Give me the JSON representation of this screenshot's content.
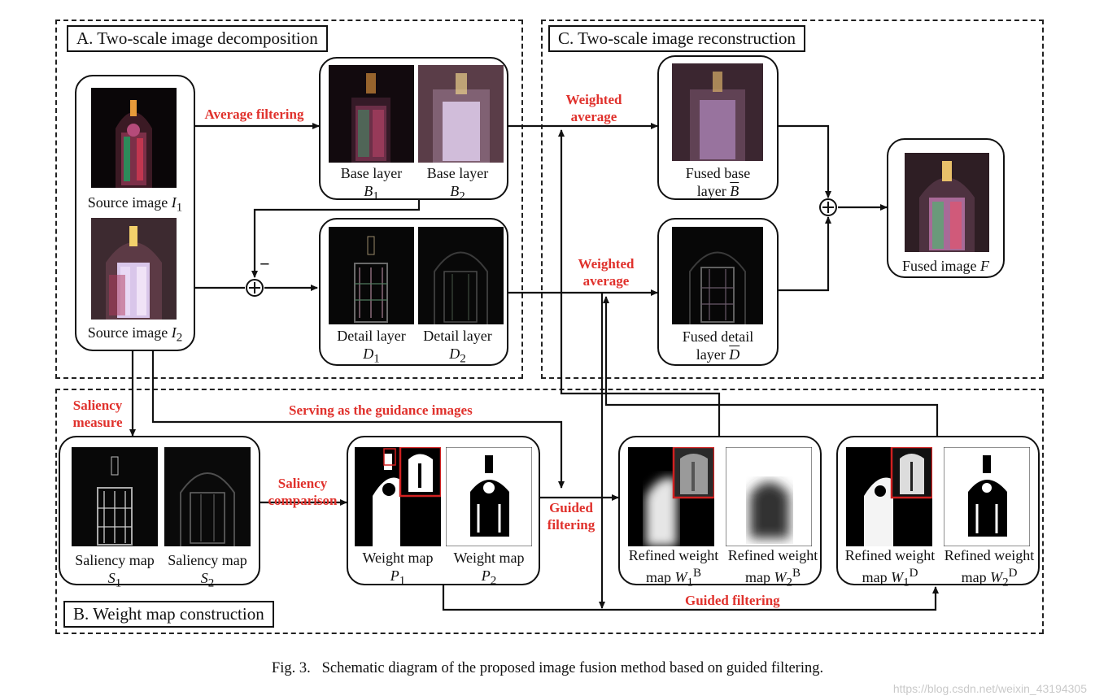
{
  "sections": {
    "a": "A. Two-scale image decomposition",
    "b": "B. Weight map construction",
    "c": "C. Two-scale image reconstruction"
  },
  "labels": {
    "average_filtering": "Average filtering",
    "weighted_average_top": "Weighted average",
    "weighted_average_bottom": "Weighted average",
    "saliency_measure": "Saliency measure",
    "serving_guidance": "Serving as the guidance images",
    "saliency_comparison": "Saliency comparison",
    "guided_filtering_mid": "Guided filtering",
    "guided_filtering_bottom": "Guided filtering"
  },
  "captions": {
    "source1_text": "Source image ",
    "source1_sym": "I",
    "source1_sub": "1",
    "source2_text": "Source image ",
    "source2_sym": "I",
    "source2_sub": "2",
    "base_label": "Base layer",
    "b1_sym": "B",
    "b1_sub": "1",
    "b2_sym": "B",
    "b2_sub": "2",
    "detail_label": "Detail layer",
    "d1_sym": "D",
    "d1_sub": "1",
    "d2_sym": "D",
    "d2_sub": "2",
    "fused_base_line1": "Fused base",
    "fused_base_line2": "layer ",
    "fused_base_sym": "B",
    "fused_detail_line1": "Fused detail",
    "fused_detail_line2": "layer ",
    "fused_detail_sym": "D",
    "fused_image_text": "Fused image ",
    "fused_image_sym": "F",
    "saliency_label": "Saliency map",
    "s1_sym": "S",
    "s1_sub": "1",
    "s2_sym": "S",
    "s2_sub": "2",
    "weight_label": "Weight map",
    "p1_sym": "P",
    "p1_sub": "1",
    "p2_sym": "P",
    "p2_sub": "2",
    "refined_line1": "Refined weight",
    "refined_map": "map ",
    "w_sym": "W",
    "w1_sub": "1",
    "w2_sub": "2",
    "sup_b": "B",
    "sup_d": "D",
    "minus_sign": "−"
  },
  "figure_caption": "Fig. 3.   Schematic diagram of the proposed image fusion method based on guided filtering.",
  "watermark": "https://blog.csdn.net/weixin_43194305",
  "colors": {
    "accent_red": "#e0312c",
    "line": "#111111"
  }
}
